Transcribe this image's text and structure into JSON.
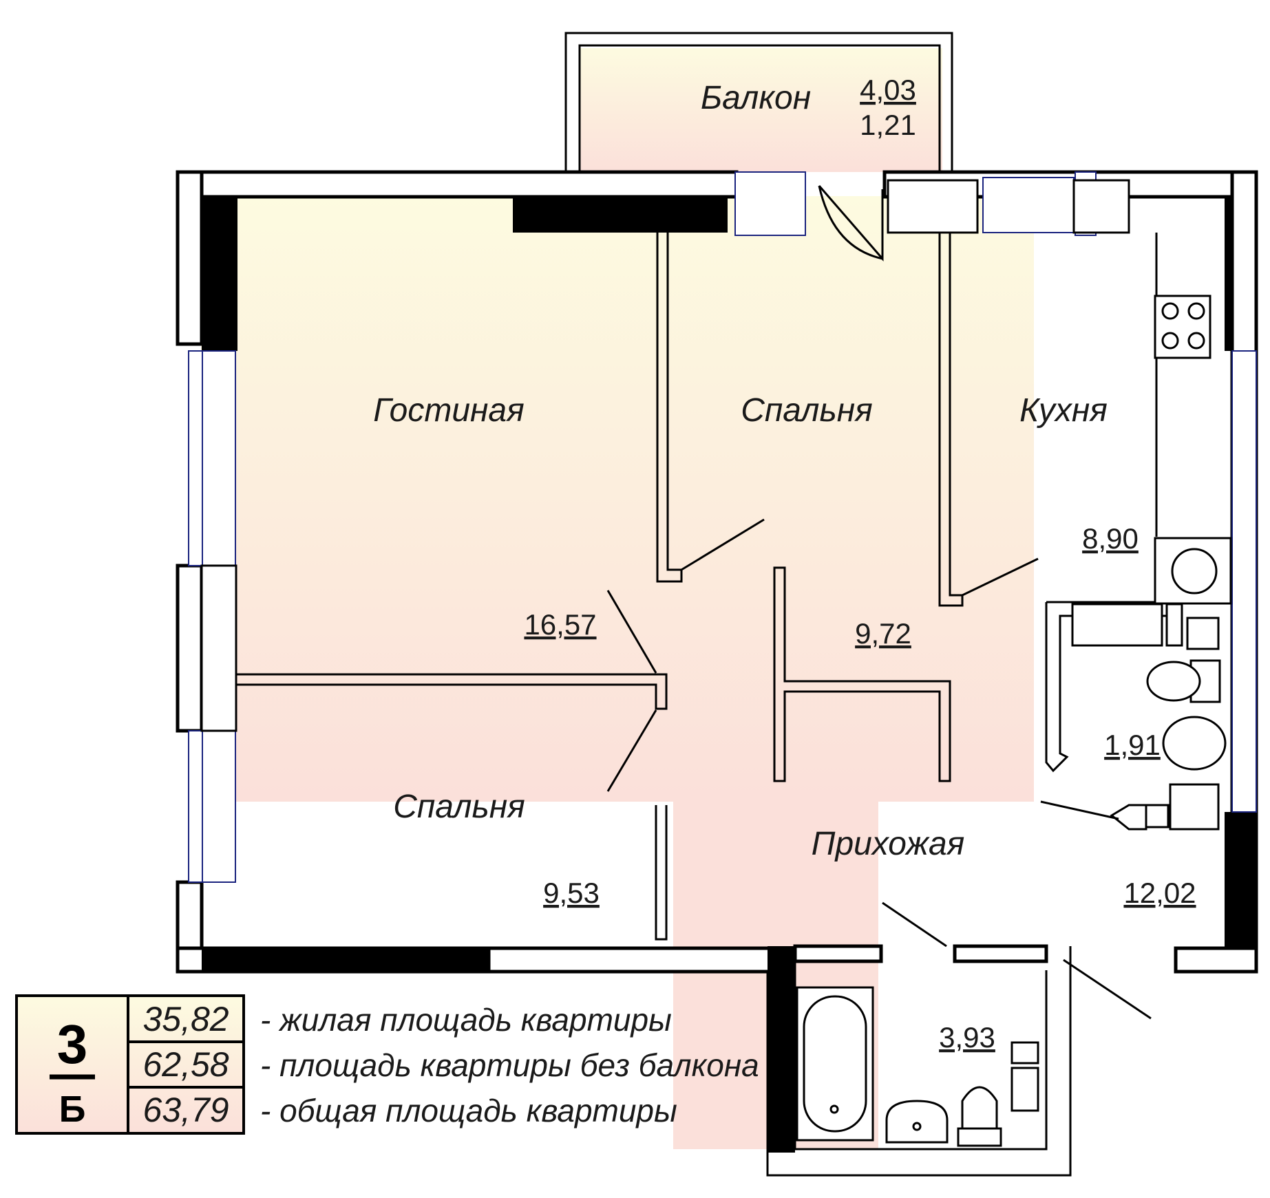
{
  "rooms": {
    "balcony": {
      "name": "Балкон",
      "area": "4,03",
      "area_coef": "1,21"
    },
    "living_room": {
      "name": "Гостиная",
      "area": "16,57"
    },
    "bedroom_1": {
      "name": "Спальня",
      "area": "9,72"
    },
    "kitchen": {
      "name": "Кухня",
      "area": "8,90"
    },
    "bedroom_2": {
      "name": "Спальня",
      "area": "9,53"
    },
    "hallway": {
      "name": "Прихожая",
      "area": "12,02"
    },
    "wc": {
      "area": "1,91"
    },
    "bathroom": {
      "area": "3,93"
    }
  },
  "legend": {
    "rooms_count": "3",
    "type": "Б",
    "rows": [
      {
        "value": "35,82",
        "text": "- жилая площадь квартиры"
      },
      {
        "value": "62,58",
        "text": "- площадь квартиры без балкона"
      },
      {
        "value": "63,79",
        "text": "- общая площадь квартиры"
      }
    ]
  },
  "colors": {
    "fill_top": "#fdfbe0",
    "fill_bottom": "#fbe0da",
    "wall": "#000000",
    "window": "#1a237e"
  }
}
